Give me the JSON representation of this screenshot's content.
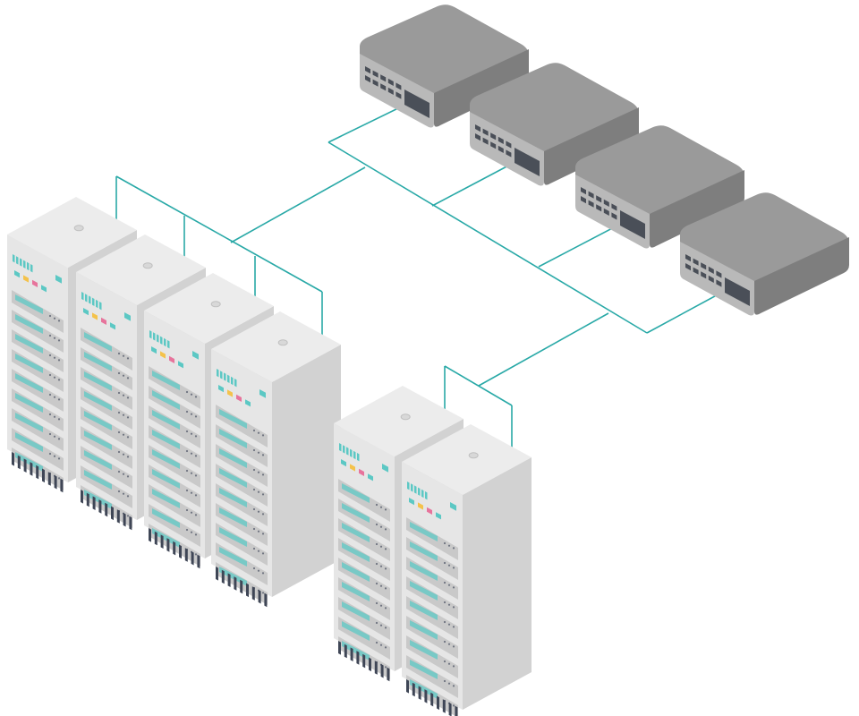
{
  "diagram": {
    "palette": {
      "background": "#ffffff",
      "connector": "#29a9a7",
      "switch_top": "#9a9a9a",
      "switch_front": "#b9b9b9",
      "switch_side": "#7e7e7e",
      "switch_port": "#4a4f58",
      "rack_top": "#ececec",
      "rack_front": "#e6e6e6",
      "rack_side": "#d2d2d2",
      "rack_panel": "#c9c9c9",
      "rack_led_teal": "#5cc8c4",
      "rack_led_pink": "#e7749c",
      "rack_led_yellow": "#f4c24b",
      "rack_vent": "#3f4656"
    },
    "switches": [
      {
        "id": "switch-1",
        "icon": "network-switch-icon"
      },
      {
        "id": "switch-2",
        "icon": "network-switch-icon"
      },
      {
        "id": "switch-3",
        "icon": "network-switch-icon"
      },
      {
        "id": "switch-4",
        "icon": "network-switch-icon"
      }
    ],
    "server_groups": [
      {
        "id": "rack-group-left",
        "racks": 4,
        "icon": "server-rack-icon"
      },
      {
        "id": "rack-group-right",
        "racks": 2,
        "icon": "server-rack-icon"
      }
    ]
  }
}
